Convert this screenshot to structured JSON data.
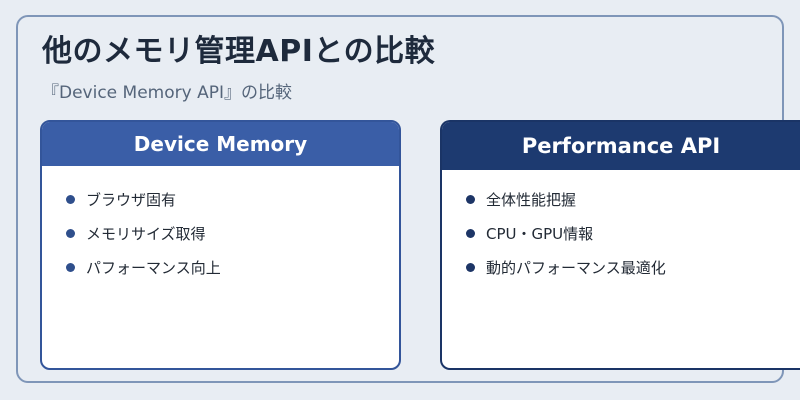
{
  "page": {
    "title": "他のメモリ管理APIとの比較",
    "subtitle": "『Device Memory API』の比較"
  },
  "cards": [
    {
      "heading": "Device Memory",
      "accent": "#3a5ea7",
      "items": [
        "ブラウザ固有",
        "メモリサイズ取得",
        "パフォーマンス向上"
      ]
    },
    {
      "heading": "Performance API",
      "accent": "#1d3a70",
      "items": [
        "全体性能把握",
        "CPU・GPU情報",
        "動的パフォーマンス最適化"
      ]
    }
  ]
}
